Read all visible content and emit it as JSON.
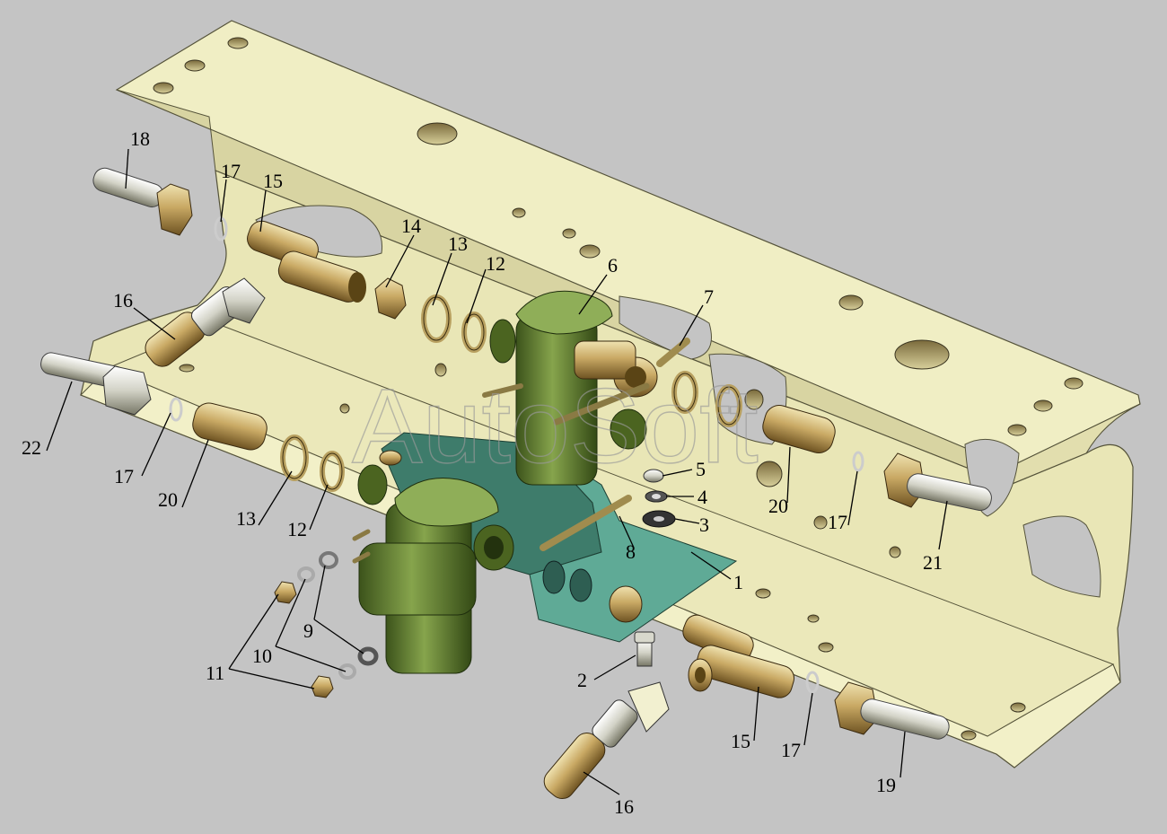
{
  "watermark": "AutoSoft",
  "colors": {
    "background": "#c4c4c4",
    "frame": "#eeecbe",
    "frame_shadow": "#c9c596",
    "valve_body": "#6f8c3a",
    "bracket": "#4f9a8a",
    "brass": "#c4a866",
    "metal": "#d6d6cc"
  },
  "callouts": [
    "1",
    "2",
    "3",
    "4",
    "5",
    "6",
    "7",
    "8",
    "9",
    "10",
    "11",
    "12",
    "13",
    "14",
    "15",
    "16",
    "17",
    "18",
    "19",
    "20",
    "21",
    "22"
  ]
}
